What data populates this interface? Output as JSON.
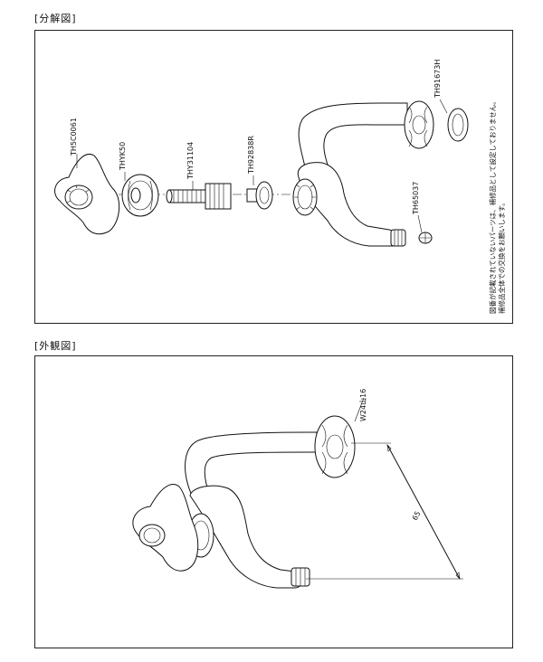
{
  "exploded": {
    "label": "[分解図]",
    "parts": {
      "handle": "TH5C0061",
      "cap": "THYK50",
      "spindle": "THY31104",
      "packing": "TH92838R",
      "nut": "TH91673H",
      "hose_end": "TH65037"
    },
    "note_line1": "図番が記載されていないパーツは、補修品として設定しておりません。",
    "note_line2": "補修品全体での交換をお願いします。"
  },
  "exterior": {
    "label": "[外観図]",
    "thread_label": "W24山16",
    "dimension": "65"
  }
}
